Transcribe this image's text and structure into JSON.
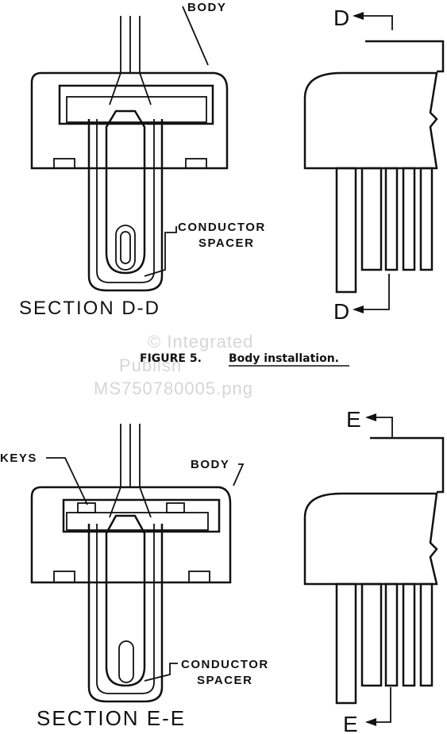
{
  "figure5": {
    "caption_number": "FIGURE 5.",
    "caption_text": "Body installation.",
    "label_body": "BODY",
    "label_conductor": "CONDUCTOR",
    "label_spacer": "SPACER",
    "section_title": "SECTION D-D",
    "cut_top": "D",
    "cut_bottom": "D"
  },
  "figure6": {
    "label_keys": "KEYS",
    "label_body": "BODY",
    "label_conductor": "CONDUCTOR",
    "label_spacer": "SPACER",
    "section_title": "SECTION E-E",
    "cut_top": "E",
    "cut_bottom": "E"
  },
  "watermark": {
    "line1": "© Integrated",
    "line2": "Publish",
    "line3": "MS750780005.png"
  }
}
